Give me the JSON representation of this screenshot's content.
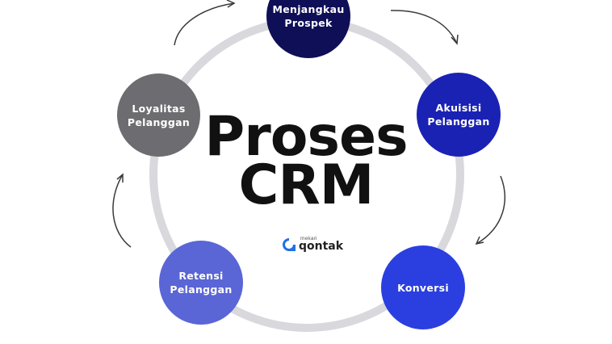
{
  "title": "Proses\nCRM",
  "logo": {
    "small": "mekari",
    "main": "qontak"
  },
  "colors": {
    "ring": "#d8d8dd",
    "arrow": "#3a3a3a",
    "logo_accent": "#1e6fe8"
  },
  "steps": [
    {
      "label": "Menjangkau\nProspek",
      "color": "#0f0f57"
    },
    {
      "label": "Akuisisi\nPelanggan",
      "color": "#1a22b4"
    },
    {
      "label": "Konversi",
      "color": "#2b3fe0"
    },
    {
      "label": "Retensi\nPelanggan",
      "color": "#5a65d6"
    },
    {
      "label": "Loyalitas\nPelanggan",
      "color": "#6d6d71"
    }
  ]
}
